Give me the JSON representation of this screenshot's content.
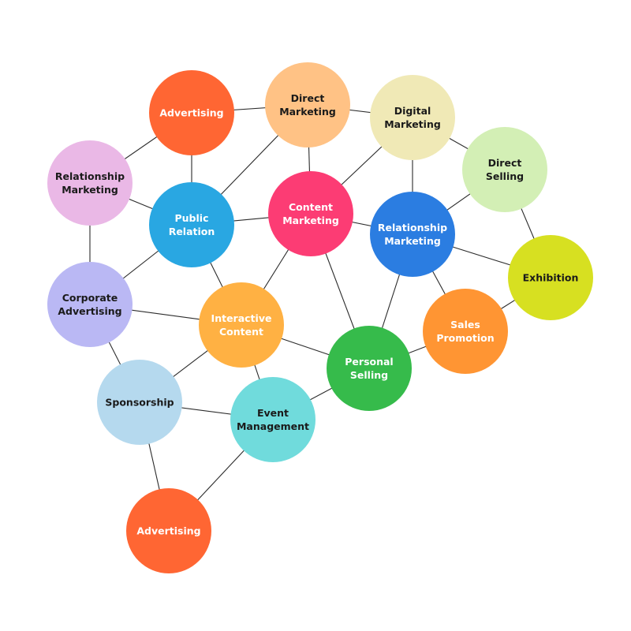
{
  "nodes": [
    {
      "id": "advertising-top",
      "lines": [
        "Advertising"
      ],
      "color": "#ff6633",
      "text_color": "#ffffff"
    },
    {
      "id": "direct-marketing",
      "lines": [
        "Direct",
        "Marketing"
      ],
      "color": "#ffc285",
      "text_color": "#1a1a1a"
    },
    {
      "id": "digital-marketing",
      "lines": [
        "Digital",
        "Marketing"
      ],
      "color": "#f0e9b6",
      "text_color": "#1a1a1a"
    },
    {
      "id": "direct-selling",
      "lines": [
        "Direct",
        "Selling"
      ],
      "color": "#d3efb5",
      "text_color": "#1a1a1a"
    },
    {
      "id": "relationship-marketing-left",
      "lines": [
        "Relationship",
        "Marketing"
      ],
      "color": "#eab8e6",
      "text_color": "#1a1a1a"
    },
    {
      "id": "public-relation",
      "lines": [
        "Public",
        "Relation"
      ],
      "color": "#29a7e2",
      "text_color": "#ffffff"
    },
    {
      "id": "content-marketing",
      "lines": [
        "Content",
        "Marketing"
      ],
      "color": "#fc3c74",
      "text_color": "#ffffff"
    },
    {
      "id": "relationship-marketing-right",
      "lines": [
        "Relationship",
        "Marketing"
      ],
      "color": "#2b7de1",
      "text_color": "#ffffff"
    },
    {
      "id": "exhibition",
      "lines": [
        "Exhibition"
      ],
      "color": "#d7e021",
      "text_color": "#1a1a1a"
    },
    {
      "id": "corporate-advertising",
      "lines": [
        "Corporate",
        "Advertising"
      ],
      "color": "#bab8f4",
      "text_color": "#1a1a1a"
    },
    {
      "id": "interactive-content",
      "lines": [
        "Interactive",
        "Content"
      ],
      "color": "#ffb143",
      "text_color": "#ffffff"
    },
    {
      "id": "sales-promotion",
      "lines": [
        "Sales",
        "Promotion"
      ],
      "color": "#ff9533",
      "text_color": "#ffffff"
    },
    {
      "id": "personal-selling",
      "lines": [
        "Personal",
        "Selling"
      ],
      "color": "#36bb4b",
      "text_color": "#ffffff"
    },
    {
      "id": "sponsorship",
      "lines": [
        "Sponsorship"
      ],
      "color": "#b5d9ee",
      "text_color": "#1a1a1a"
    },
    {
      "id": "event-management",
      "lines": [
        "Event",
        "Management"
      ],
      "color": "#70dbdc",
      "text_color": "#1a1a1a"
    },
    {
      "id": "advertising-bottom",
      "lines": [
        "Advertising"
      ],
      "color": "#ff6633",
      "text_color": "#ffffff"
    }
  ],
  "edges": [
    [
      "advertising-top",
      "direct-marketing"
    ],
    [
      "direct-marketing",
      "digital-marketing"
    ],
    [
      "digital-marketing",
      "direct-selling"
    ],
    [
      "advertising-top",
      "relationship-marketing-left"
    ],
    [
      "advertising-top",
      "public-relation"
    ],
    [
      "direct-marketing",
      "public-relation"
    ],
    [
      "direct-marketing",
      "content-marketing"
    ],
    [
      "digital-marketing",
      "content-marketing"
    ],
    [
      "digital-marketing",
      "relationship-marketing-right"
    ],
    [
      "direct-selling",
      "relationship-marketing-right"
    ],
    [
      "direct-selling",
      "exhibition"
    ],
    [
      "relationship-marketing-left",
      "public-relation"
    ],
    [
      "relationship-marketing-left",
      "corporate-advertising"
    ],
    [
      "public-relation",
      "content-marketing"
    ],
    [
      "public-relation",
      "corporate-advertising"
    ],
    [
      "public-relation",
      "interactive-content"
    ],
    [
      "content-marketing",
      "relationship-marketing-right"
    ],
    [
      "content-marketing",
      "interactive-content"
    ],
    [
      "content-marketing",
      "personal-selling"
    ],
    [
      "relationship-marketing-right",
      "exhibition"
    ],
    [
      "relationship-marketing-right",
      "sales-promotion"
    ],
    [
      "relationship-marketing-right",
      "personal-selling"
    ],
    [
      "exhibition",
      "sales-promotion"
    ],
    [
      "corporate-advertising",
      "interactive-content"
    ],
    [
      "corporate-advertising",
      "sponsorship"
    ],
    [
      "interactive-content",
      "personal-selling"
    ],
    [
      "interactive-content",
      "sponsorship"
    ],
    [
      "interactive-content",
      "event-management"
    ],
    [
      "sales-promotion",
      "personal-selling"
    ],
    [
      "personal-selling",
      "event-management"
    ],
    [
      "sponsorship",
      "event-management"
    ],
    [
      "sponsorship",
      "advertising-bottom"
    ],
    [
      "event-management",
      "advertising-bottom"
    ]
  ]
}
